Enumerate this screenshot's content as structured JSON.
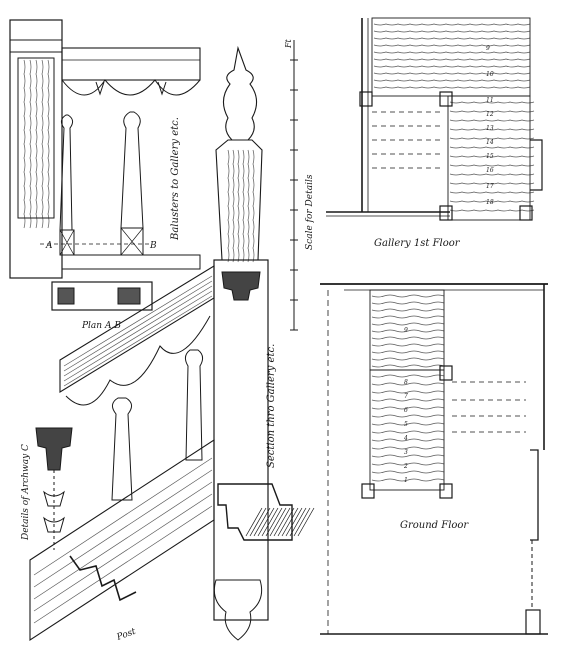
{
  "colors": {
    "ink": "#1a1a1a",
    "paper": "#ffffff"
  },
  "labels": {
    "balusters": "Balusters to Gallery etc.",
    "plan_ab": "Plan A.B",
    "point_a": "A",
    "point_b": "B",
    "detail_archway": "Details of Archway C",
    "post": "Post",
    "section_gallery": "Section thro Gallery etc.",
    "scale_details": "Scale for Details",
    "scale_ft": "Ft",
    "gallery_floor": "Gallery 1st Floor",
    "ground_floor": "Ground Floor"
  },
  "gallery_steps": [
    "9",
    "10",
    "11",
    "12",
    "13",
    "14",
    "15",
    "16",
    "17",
    "18"
  ],
  "ground_steps": [
    "9",
    "8",
    "7",
    "6",
    "5",
    "4",
    "3",
    "2",
    "1"
  ]
}
